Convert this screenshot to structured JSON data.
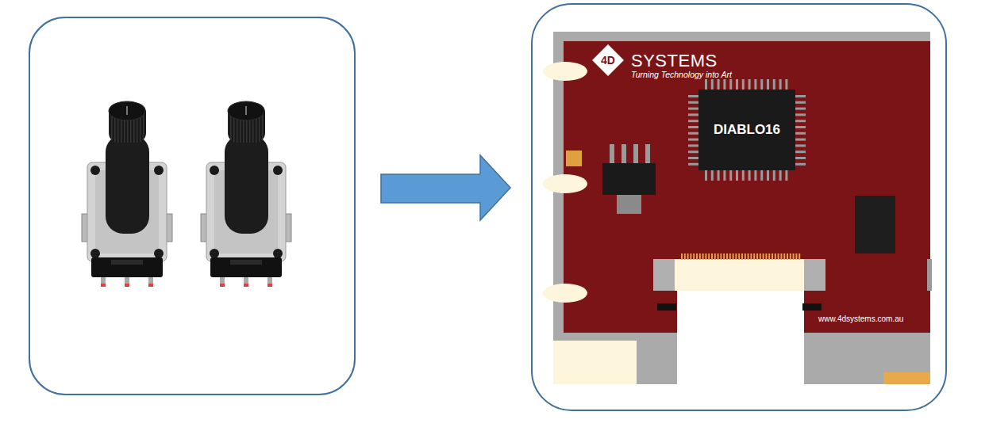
{
  "diagram": {
    "nodes": [
      {
        "text": [
          "4D"
        ]
      },
      {
        "text": [
          "DIABLO16"
        ]
      }
    ],
    "labels": [
      "SYSTEMS",
      "Turning Technology into Art",
      "www.4dsystems.com.au"
    ]
  }
}
